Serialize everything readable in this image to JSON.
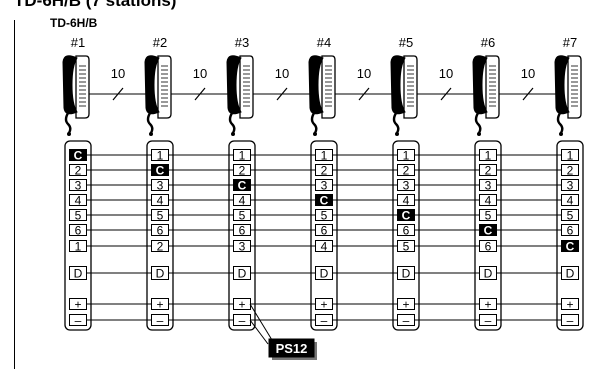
{
  "diagram": {
    "heading": "TD-6H/B (7 stations)",
    "model": "TD-6H/B",
    "stations": [
      {
        "label": "#1",
        "terminals": [
          "C",
          "2",
          "3",
          "4",
          "5",
          "6",
          "1"
        ]
      },
      {
        "label": "#2",
        "terminals": [
          "1",
          "C",
          "3",
          "4",
          "5",
          "6",
          "2"
        ]
      },
      {
        "label": "#3",
        "terminals": [
          "1",
          "2",
          "C",
          "4",
          "5",
          "6",
          "3"
        ]
      },
      {
        "label": "#4",
        "terminals": [
          "1",
          "2",
          "3",
          "C",
          "5",
          "6",
          "4"
        ]
      },
      {
        "label": "#5",
        "terminals": [
          "1",
          "2",
          "3",
          "4",
          "C",
          "6",
          "5"
        ]
      },
      {
        "label": "#6",
        "terminals": [
          "1",
          "2",
          "3",
          "4",
          "5",
          "C",
          "6"
        ]
      },
      {
        "label": "#7",
        "terminals": [
          "1",
          "2",
          "3",
          "4",
          "5",
          "6",
          "C"
        ]
      }
    ],
    "highlight_terminal": "C",
    "door_terminal": "D",
    "power_terminals": [
      "+",
      "–"
    ],
    "link_label": "10",
    "power_supply_label": "PS12",
    "colors": {
      "line": "#000000",
      "highlight_bg": "#000000",
      "highlight_text": "#ffffff",
      "background": "#ffffff"
    }
  }
}
